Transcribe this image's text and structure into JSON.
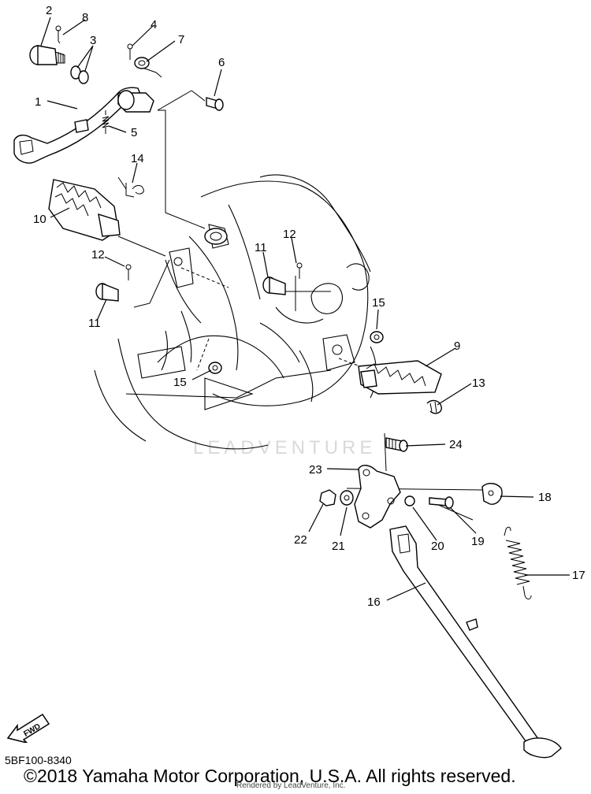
{
  "callouts": {
    "c1": "1",
    "c2": "2",
    "c3": "3",
    "c4": "4",
    "c5": "5",
    "c6": "6",
    "c7": "7",
    "c8": "8",
    "c9": "9",
    "c10": "10",
    "c11a": "11",
    "c11b": "11",
    "c12a": "12",
    "c12b": "12",
    "c13": "13",
    "c14": "14",
    "c15a": "15",
    "c15b": "15",
    "c16": "16",
    "c17": "17",
    "c18": "18",
    "c19": "19",
    "c20": "20",
    "c21": "21",
    "c22": "22",
    "c23": "23",
    "c24": "24"
  },
  "fwd_label": "FWD",
  "watermark": "LEADVENTURE",
  "diagram_code": "5BF100-8340",
  "copyright": "©2018 Yamaha Motor Corporation, U.S.A. All rights reserved.",
  "rendered_by": "Rendered by LeadVenture, Inc."
}
